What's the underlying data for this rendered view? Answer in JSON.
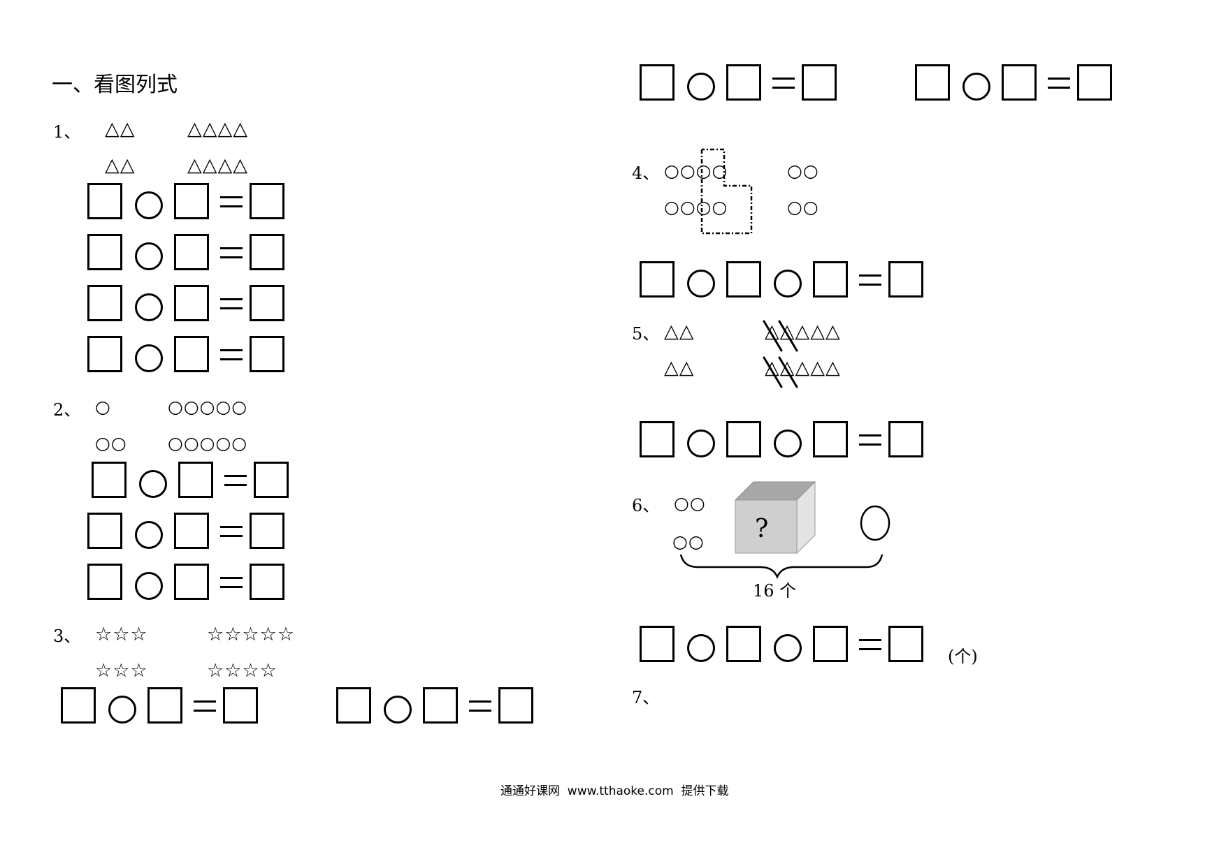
{
  "section_title": "一、看图列式",
  "items": {
    "q1": {
      "label": "1、",
      "row1_left": "△△",
      "row1_right": "△△△△",
      "row2_left": "△△",
      "row2_right": "△△△△"
    },
    "q2": {
      "label": "2、",
      "row1_left": "○",
      "row1_right": "○○○○○",
      "row2_left": "○○",
      "row2_right": "○○○○○"
    },
    "q3": {
      "label": "3、",
      "row1_left": "☆☆☆",
      "row1_right": "☆☆☆☆☆",
      "row2_left": "☆☆☆",
      "row2_right": "☆☆☆☆"
    },
    "q4": {
      "label": "4、",
      "row1_left": "○○○○",
      "row1_right": "○○",
      "row2_left": "○○○○",
      "row2_right": "○○"
    },
    "q5": {
      "label": "5、",
      "row1_left": "△△",
      "row1_right": "△△△△△",
      "row2_left": "△△",
      "row2_right": "△△△△△"
    },
    "q6": {
      "label": "6、",
      "row1_left": "○○",
      "row2_left": "○○",
      "box_mark": "?",
      "right_circle": "○",
      "total": "16 个",
      "unit": "(个)"
    },
    "q7": {
      "label": "7、"
    }
  },
  "footer": "通通好课网  www.tthaoke.com  提供下载"
}
